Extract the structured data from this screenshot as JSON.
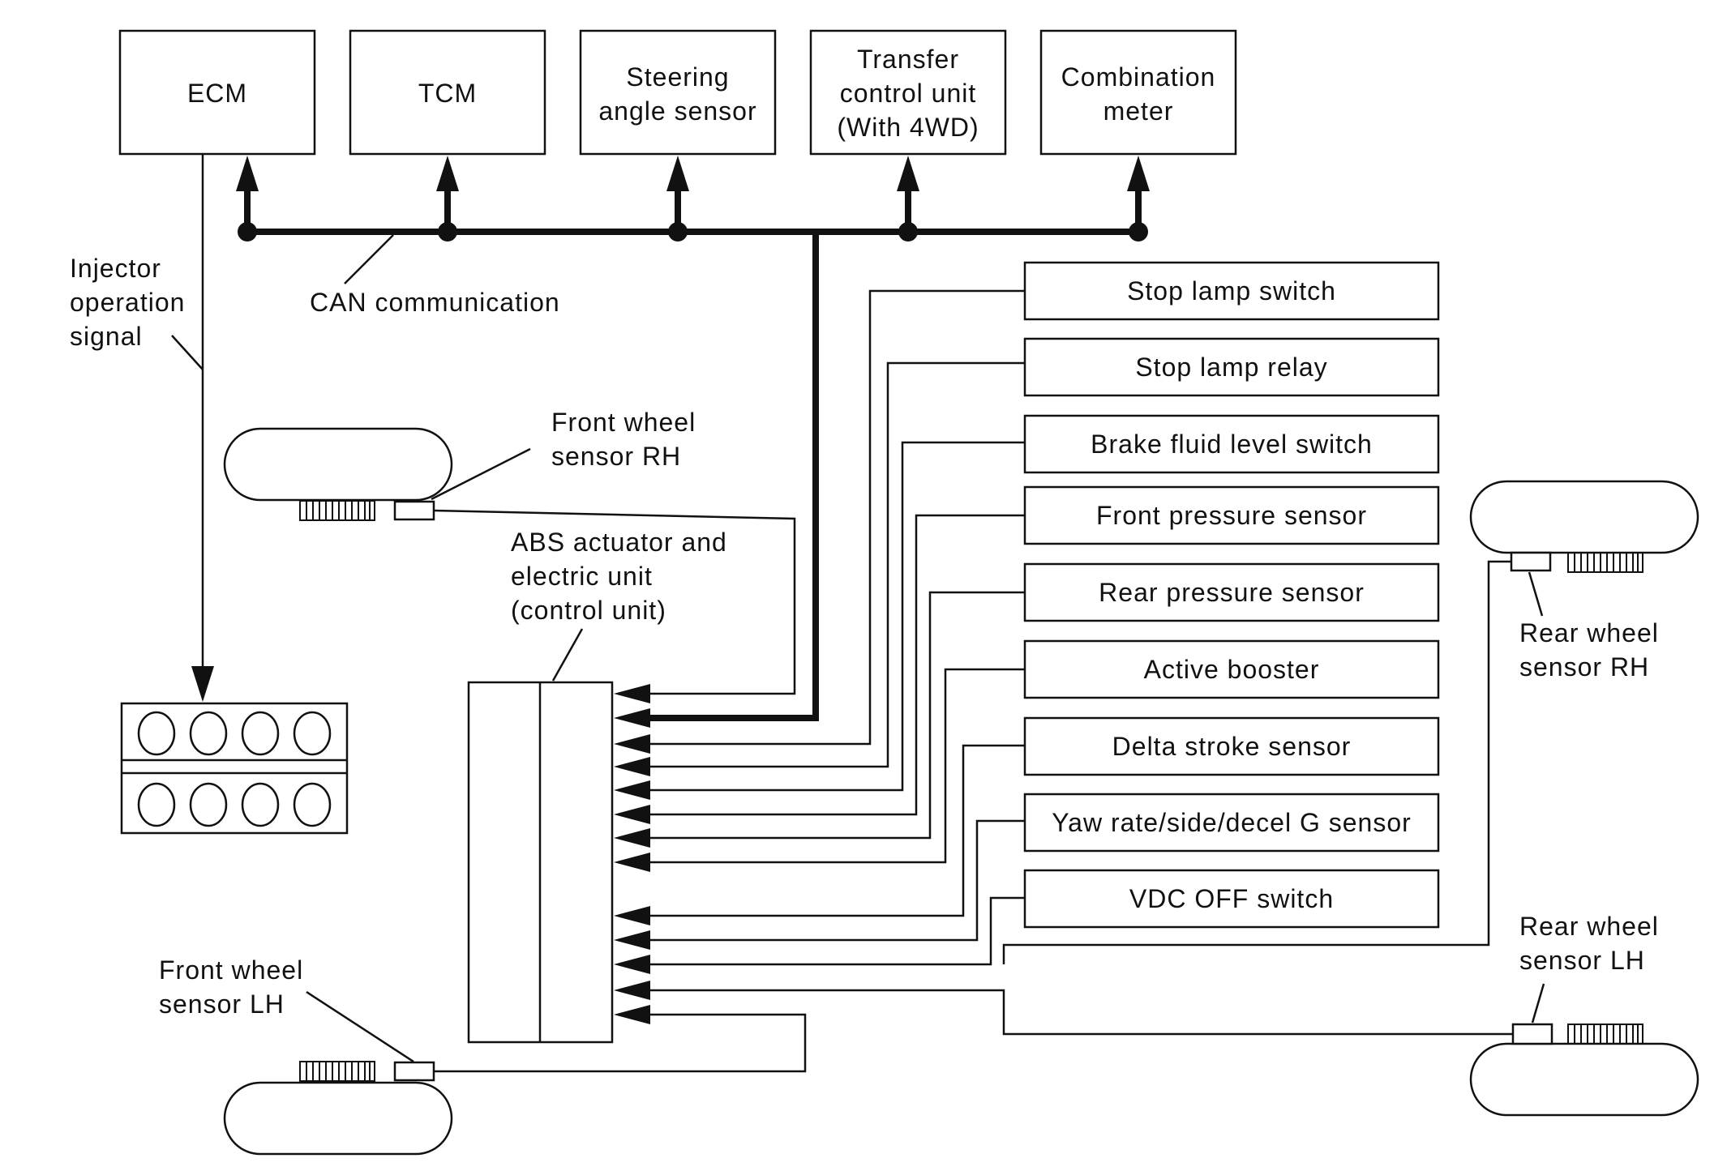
{
  "can_nodes": {
    "ecm": "ECM",
    "tcm": "TCM",
    "steering": [
      "Steering",
      "angle sensor"
    ],
    "transfer": [
      "Transfer",
      "control unit",
      "(With 4WD)"
    ],
    "meter": [
      "Combination",
      "meter"
    ]
  },
  "labels": {
    "can": "CAN communication",
    "injector": [
      "Injector",
      "operation",
      "signal"
    ],
    "abs": [
      "ABS actuator and",
      "electric unit",
      "(control unit)"
    ],
    "front_rh": [
      "Front wheel",
      "sensor RH"
    ],
    "front_lh": [
      "Front wheel",
      "sensor LH"
    ],
    "rear_rh": [
      "Rear wheel",
      "sensor RH"
    ],
    "rear_lh": [
      "Rear wheel",
      "sensor LH"
    ]
  },
  "inputs": [
    "Stop lamp switch",
    "Stop lamp relay",
    "Brake fluid level switch",
    "Front pressure sensor",
    "Rear pressure sensor",
    "Active booster",
    "Delta stroke sensor",
    "Yaw rate/side/decel G sensor",
    "VDC OFF switch"
  ]
}
